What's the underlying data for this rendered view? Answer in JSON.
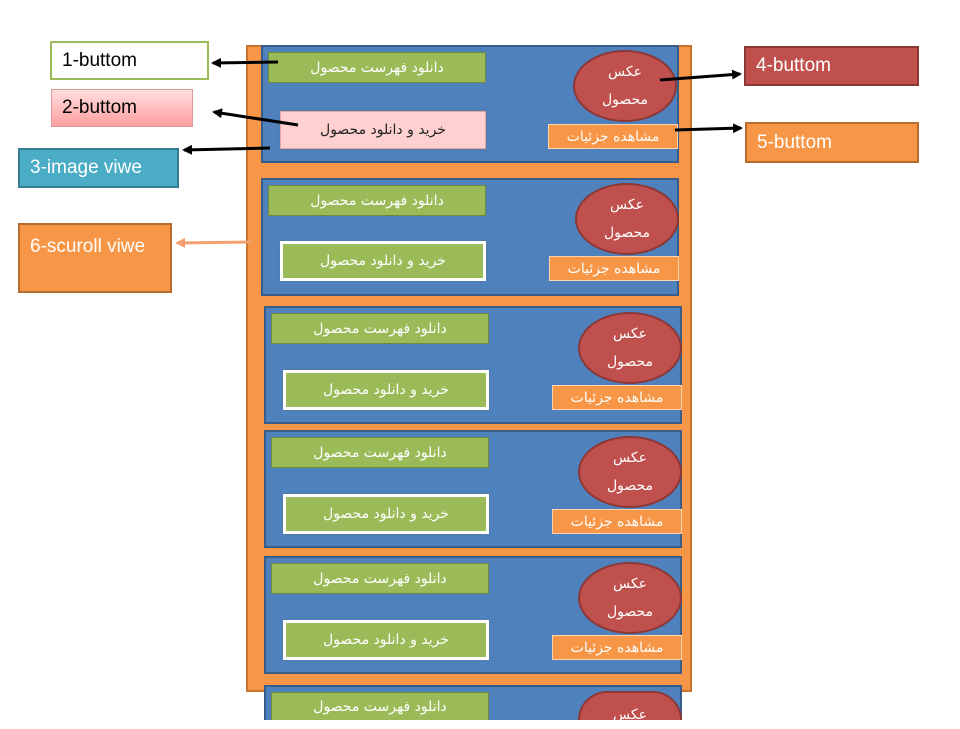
{
  "callouts": {
    "c1": "1-buttom",
    "c2": "2-buttom",
    "c3": "3-image viwe",
    "c4": "4-buttom",
    "c5": "5-buttom",
    "c6": "6-scuroll viwe"
  },
  "card": {
    "download_catalog": "دانلود فهرست محصول",
    "buy_download": "خرید  و دانلود محصول",
    "image_line1": "عکس",
    "image_line2": "محصول",
    "details": "مشاهده جزئیات"
  },
  "colors": {
    "scroll_bg": "#f79646",
    "card_bg": "#4f81bd",
    "button_green": "#9bbb59",
    "image_red": "#c0504d",
    "pink": "#ffd0d0"
  }
}
